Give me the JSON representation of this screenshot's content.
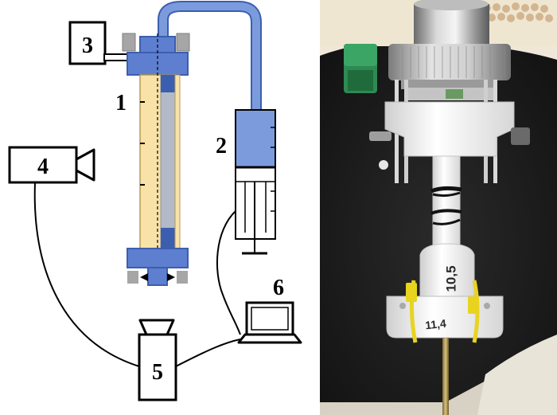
{
  "schematic": {
    "labels": {
      "column": "1",
      "syringe": "2",
      "box": "3",
      "camera": "4",
      "light_source": "5",
      "laptop": "6"
    }
  },
  "photo": {
    "tube_upper_mark": "10,5",
    "tube_lower_mark": "11,4"
  },
  "colors": {
    "blue": "#5E7FD0",
    "dark_blue": "#3C5EAF",
    "tube_blue": "#7C9BDD",
    "inner_yellow": "#F9E2A8",
    "inner_gray": "#B3B9C6",
    "clamp_gray": "#A6A6A6",
    "photo_bg": "#1A1A1A",
    "white_part": "#F2F2F2",
    "zip_tie": "#E8D41F"
  }
}
